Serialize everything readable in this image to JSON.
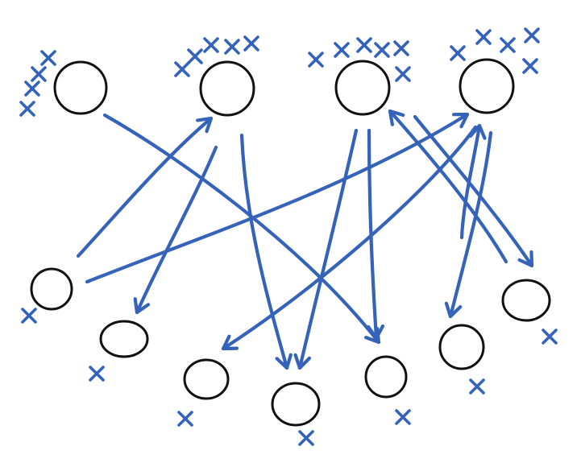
{
  "colors": {
    "ink": "#3563b9",
    "outline": "#111111",
    "background": "#ffffff"
  },
  "nodes": [
    {
      "id": "top-1",
      "row": "top",
      "marks": 4
    },
    {
      "id": "top-2",
      "row": "top",
      "marks": 5
    },
    {
      "id": "top-3",
      "row": "top",
      "marks": 6
    },
    {
      "id": "top-4",
      "row": "top",
      "marks": 5
    },
    {
      "id": "bottom-1",
      "row": "bottom",
      "marks": 1
    },
    {
      "id": "bottom-2",
      "row": "bottom",
      "marks": 1
    },
    {
      "id": "bottom-3",
      "row": "bottom",
      "marks": 1
    },
    {
      "id": "bottom-4",
      "row": "bottom",
      "marks": 1
    },
    {
      "id": "bottom-5",
      "row": "bottom",
      "marks": 1
    },
    {
      "id": "bottom-6",
      "row": "bottom",
      "marks": 1
    },
    {
      "id": "bottom-7",
      "row": "bottom",
      "marks": 1
    }
  ],
  "edges": [
    {
      "from": "top-1",
      "to": "bottom-5"
    },
    {
      "from": "bottom-1",
      "to": "top-2"
    },
    {
      "from": "top-2",
      "to": "bottom-2"
    },
    {
      "from": "top-2",
      "to": "bottom-4"
    },
    {
      "from": "top-3",
      "to": "bottom-4"
    },
    {
      "from": "top-3",
      "to": "bottom-5"
    },
    {
      "from": "bottom-1",
      "to": "top-4"
    },
    {
      "from": "top-4",
      "to": "bottom-3"
    },
    {
      "from": "top-4",
      "to": "bottom-6"
    },
    {
      "from": "bottom-6",
      "to": "top-4"
    },
    {
      "from": "top-3",
      "to": "bottom-7"
    },
    {
      "from": "bottom-7",
      "to": "top-3"
    }
  ]
}
